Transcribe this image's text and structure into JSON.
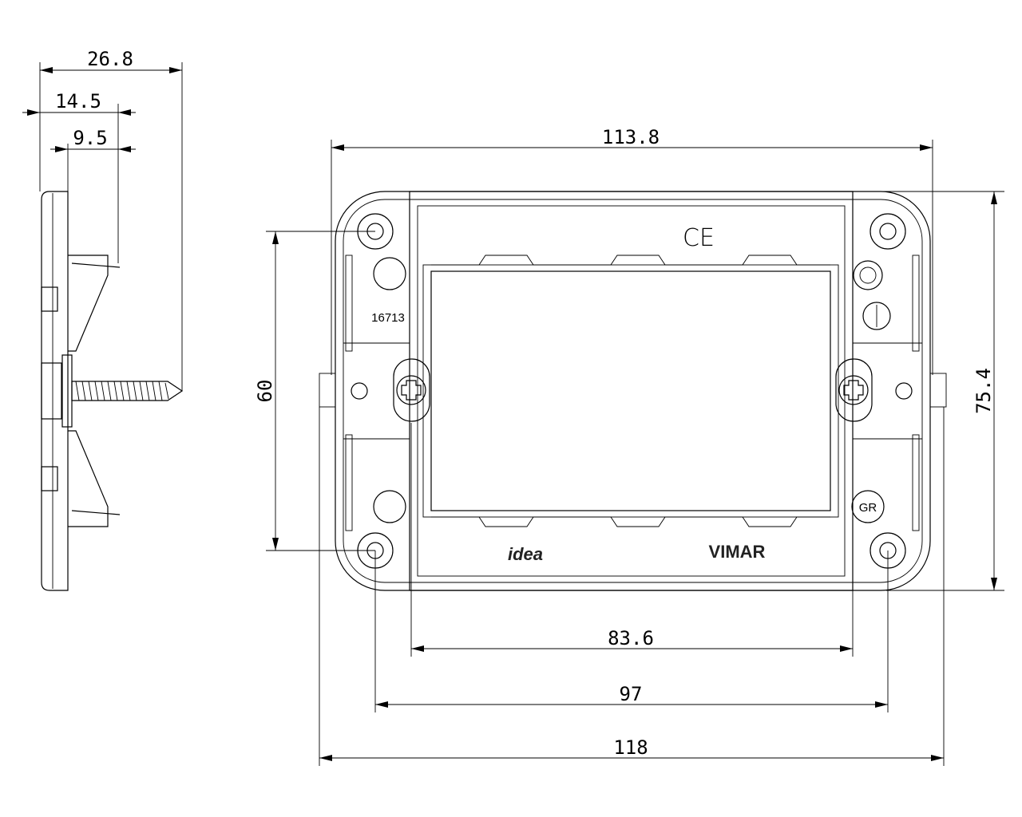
{
  "dimensions": {
    "side_total_depth": "26.8",
    "side_depth_mid": "14.5",
    "side_depth_small": "9.5",
    "plate_width": "113.8",
    "plate_height": "75.4",
    "hole_spacing_vertical": "60",
    "screw_spacing": "83.6",
    "hole_spacing_horizontal": "97",
    "overall_width": "118"
  },
  "plate_markings": {
    "part_number": "16713",
    "ce_mark": "CE",
    "ground_mark": "GR",
    "series_logo": "idea",
    "brand_logo": "VIMAR"
  }
}
